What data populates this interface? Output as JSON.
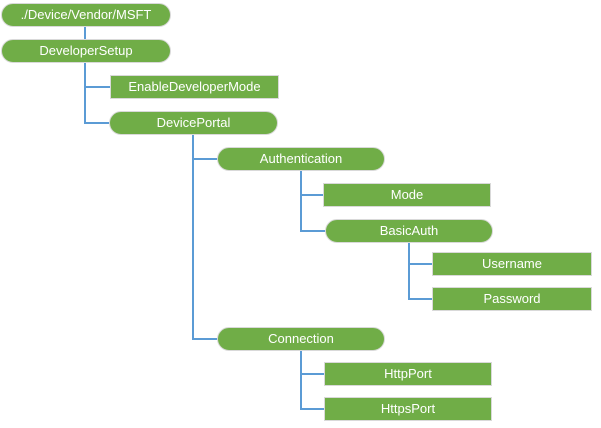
{
  "diagram": {
    "type": "tree",
    "nodes": [
      {
        "label": "./Device/Vendor/MSFT",
        "shape": "rounded",
        "parent": null
      },
      {
        "label": "DeveloperSetup",
        "shape": "rounded",
        "parent": "./Device/Vendor/MSFT"
      },
      {
        "label": "EnableDeveloperMode",
        "shape": "rectangle",
        "parent": "DeveloperSetup"
      },
      {
        "label": "DevicePortal",
        "shape": "rounded",
        "parent": "DeveloperSetup"
      },
      {
        "label": "Authentication",
        "shape": "rounded",
        "parent": "DevicePortal"
      },
      {
        "label": "Mode",
        "shape": "rectangle",
        "parent": "Authentication"
      },
      {
        "label": "BasicAuth",
        "shape": "rounded",
        "parent": "Authentication"
      },
      {
        "label": "Username",
        "shape": "rectangle",
        "parent": "BasicAuth"
      },
      {
        "label": "Password",
        "shape": "rectangle",
        "parent": "BasicAuth"
      },
      {
        "label": "Connection",
        "shape": "rounded",
        "parent": "DevicePortal"
      },
      {
        "label": "HttpPort",
        "shape": "rectangle",
        "parent": "Connection"
      },
      {
        "label": "HttpsPort",
        "shape": "rectangle",
        "parent": "Connection"
      }
    ],
    "colors": {
      "node_fill": "#70ad47",
      "node_text": "#ffffff",
      "node_border": "#d9d9d9",
      "connector": "#5b9bd5",
      "background": "#ffffff"
    }
  }
}
